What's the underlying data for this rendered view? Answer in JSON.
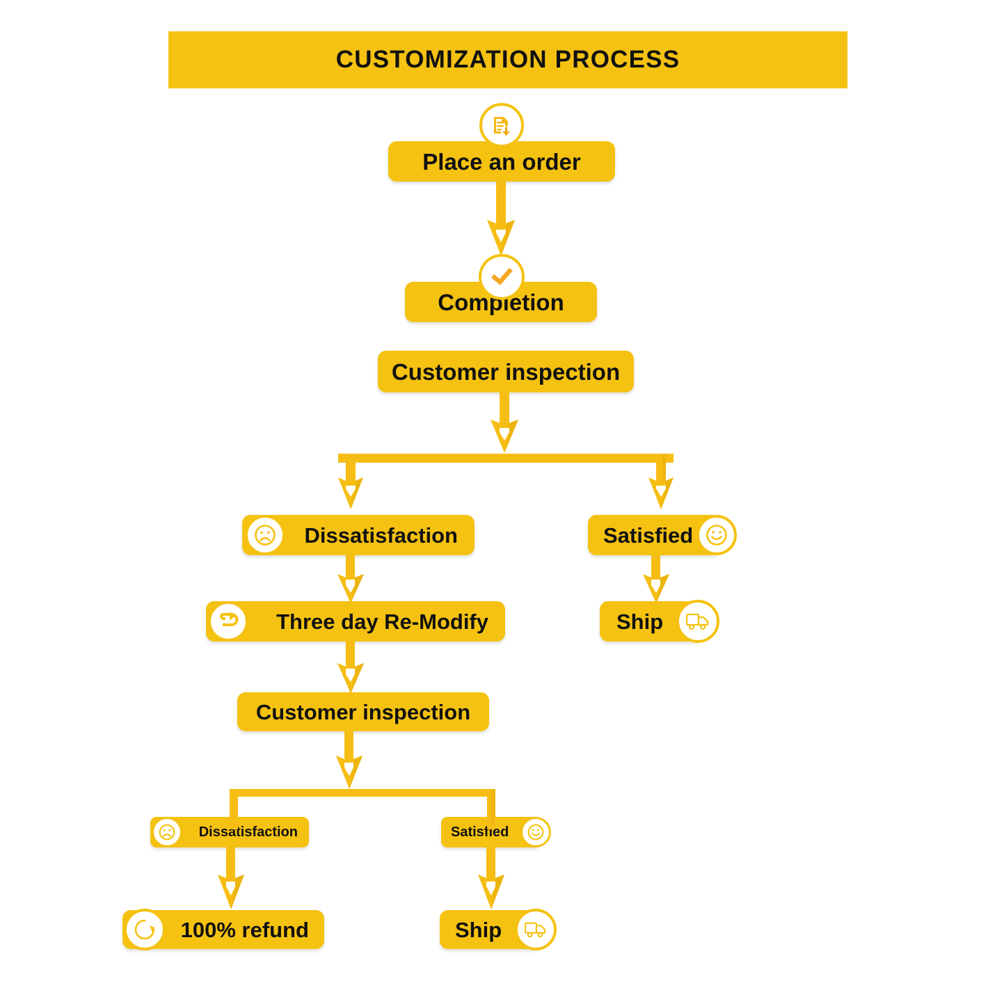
{
  "header": {
    "title": "CUSTOMIZATION PROCESS",
    "background": "#F5C211",
    "text_color": "#111111"
  },
  "theme": {
    "node_fill": "#F5C211",
    "arrow_fill": "#F6BE14",
    "arrow_shade": "#E2A90B",
    "icon_stroke": "#F5C211",
    "icon_bg": "#FFFFFF",
    "page_bg": "#FFFFFF",
    "text": "#111111"
  },
  "nodes": [
    {
      "id": "place-order",
      "label": "Place an order",
      "icon": "document-download-icon",
      "icon_side": "top",
      "size": "lg"
    },
    {
      "id": "completion",
      "label": "Completion",
      "icon": "check-mark-icon",
      "icon_side": "top",
      "size": "lg"
    },
    {
      "id": "customer-inspection-1",
      "label": "Customer inspection",
      "icon": "none",
      "icon_side": "none",
      "size": "lg"
    },
    {
      "id": "dissatisfaction-1",
      "label": "Dissatisfaction",
      "icon": "sad-face-icon",
      "icon_side": "left",
      "size": "md"
    },
    {
      "id": "satisfied-1",
      "label": "Satisfied",
      "icon": "happy-face-icon",
      "icon_side": "right",
      "size": "md"
    },
    {
      "id": "three-day-remodify",
      "label": "Three day Re-Modify",
      "icon": "redo-arrow-icon",
      "icon_side": "left",
      "size": "md"
    },
    {
      "id": "ship-1",
      "label": "Ship",
      "icon": "truck-icon",
      "icon_side": "right",
      "size": "md"
    },
    {
      "id": "customer-inspection-2",
      "label": "Customer inspection",
      "icon": "none",
      "icon_side": "none",
      "size": "md"
    },
    {
      "id": "dissatisfaction-2",
      "label": "Dissatisfaction",
      "icon": "sad-face-icon",
      "icon_side": "left",
      "size": "sm"
    },
    {
      "id": "satisfied-2",
      "label": "Satisfied",
      "icon": "happy-face-icon",
      "icon_side": "right",
      "size": "sm"
    },
    {
      "id": "refund",
      "label": "100% refund",
      "icon": "refund-circle-icon",
      "icon_side": "left",
      "size": "md"
    },
    {
      "id": "ship-2",
      "label": "Ship",
      "icon": "truck-icon",
      "icon_side": "right",
      "size": "md"
    }
  ],
  "flow": {
    "edges": [
      {
        "from": "place-order",
        "to": "completion",
        "type": "arrow"
      },
      {
        "from": "completion",
        "to": "customer-inspection-1",
        "type": "implicit"
      },
      {
        "from": "customer-inspection-1",
        "to": "branch-1",
        "type": "arrow"
      },
      {
        "from": "branch-1",
        "to": "dissatisfaction-1",
        "type": "arrow"
      },
      {
        "from": "branch-1",
        "to": "satisfied-1",
        "type": "arrow"
      },
      {
        "from": "dissatisfaction-1",
        "to": "three-day-remodify",
        "type": "arrow"
      },
      {
        "from": "satisfied-1",
        "to": "ship-1",
        "type": "arrow"
      },
      {
        "from": "three-day-remodify",
        "to": "customer-inspection-2",
        "type": "arrow"
      },
      {
        "from": "customer-inspection-2",
        "to": "branch-2",
        "type": "arrow"
      },
      {
        "from": "branch-2",
        "to": "dissatisfaction-2",
        "type": "line"
      },
      {
        "from": "branch-2",
        "to": "satisfied-2",
        "type": "line"
      },
      {
        "from": "dissatisfaction-2",
        "to": "refund",
        "type": "arrow"
      },
      {
        "from": "satisfied-2",
        "to": "ship-2",
        "type": "arrow"
      }
    ]
  }
}
